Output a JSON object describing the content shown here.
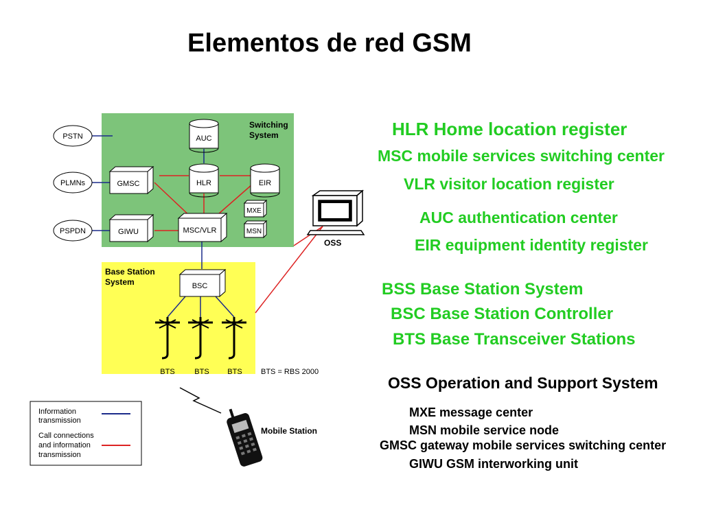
{
  "title": "Elementos de red GSM",
  "diagram": {
    "switching_system_label": [
      "Switching",
      "System"
    ],
    "bss_label": [
      "Base Station",
      "System"
    ],
    "nodes": {
      "auc": "AUC",
      "hlr": "HLR",
      "eir": "EIR",
      "gmsc": "GMSC",
      "giwu": "GIWU",
      "mscvlr": "MSC/VLR",
      "mxe": "MXE",
      "msn": "MSN",
      "bsc": "BSC",
      "pstn": "PSTN",
      "plmns": "PLMNs",
      "pspdn": "PSPDN",
      "oss": "OSS"
    },
    "bts_labels": [
      "BTS",
      "BTS",
      "BTS"
    ],
    "bts_note": "BTS = RBS 2000",
    "mobile_station": "Mobile Station",
    "legend": {
      "info": [
        "Information",
        "transmission"
      ],
      "call": [
        "Call connections",
        "and information",
        "transmission"
      ]
    },
    "colors": {
      "switching_bg": "#7dc47a",
      "bss_bg": "#ffff55",
      "info_line": "#1a2a8a",
      "call_line": "#dd2222"
    }
  },
  "definitions": {
    "hlr": "HLR  Home location register",
    "msc": "MSC mobile services switching center",
    "vlr": "VLR visitor location register",
    "auc": "AUC authentication center",
    "eir": "EIR equipment identity register",
    "bss": "BSS Base Station System",
    "bsc": "BSC Base Station Controller",
    "bts": "BTS Base Transceiver Stations",
    "oss": "OSS Operation and Support System",
    "mxe": "MXE message center",
    "msn": "MSN mobile service node",
    "gmsc": "GMSC gateway mobile services switching center",
    "giwu": "GIWU GSM interworking unit"
  }
}
